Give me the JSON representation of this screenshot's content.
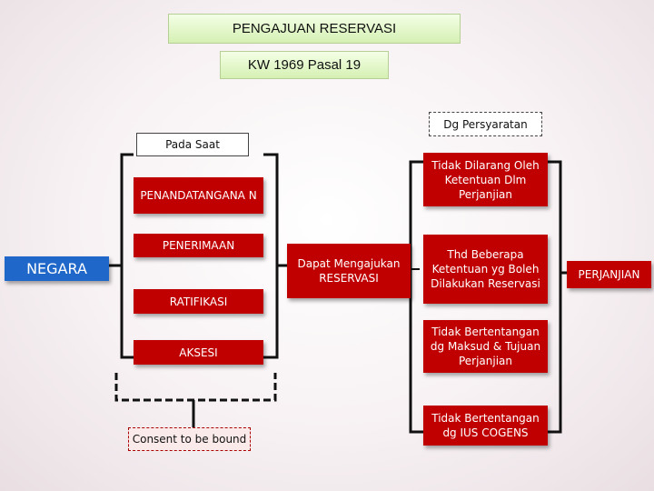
{
  "title": "PENGAJUAN RESERVASI",
  "subtitle": "KW 1969 Pasal 19",
  "condition_label": "Dg Persyaratan",
  "time_label": "Pada Saat",
  "actor": "NEGARA",
  "acts": [
    "PENANDATANGANA N",
    "PENERIMAAN",
    "RATIFIKASI",
    "AKSESI"
  ],
  "action": "Dapat Mengajukan RESERVASI",
  "requirements": [
    "Tidak Dilarang Oleh Ketentuan Dlm Perjanjian",
    "Thd Beberapa Ketentuan yg Boleh Dilakukan Reservasi",
    "Tidak Bertentangan dg Maksud & Tujuan Perjanjian",
    "Tidak Bertentangan dg IUS COGENS"
  ],
  "target": "PERJANJIAN",
  "consent": "Consent to be bound",
  "colors": {
    "red": "#c00000",
    "blue": "#1f67c8",
    "green": "#d5f0b3"
  }
}
